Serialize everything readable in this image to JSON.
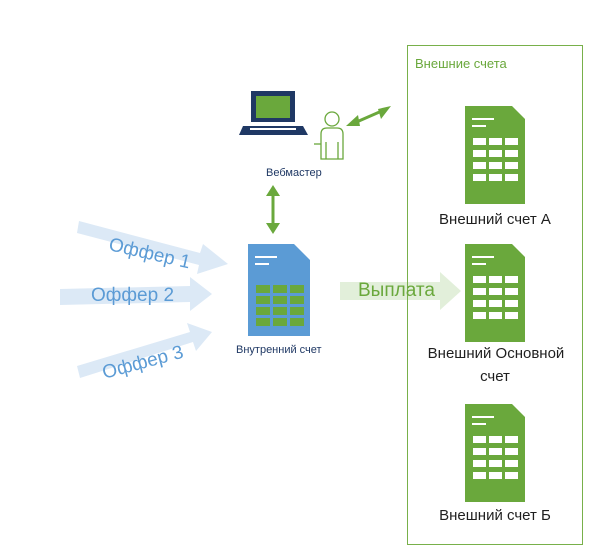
{
  "external": {
    "title": "Внешние счета",
    "accounts": [
      "Внешний счет А",
      "Внешний Основной",
      "счет",
      "Внешний счет Б"
    ]
  },
  "webmaster": {
    "label": "Вебмастер"
  },
  "internal": {
    "label": "Внутренний счет"
  },
  "offers": [
    "Оффер 1",
    "Оффер 2",
    "Оффер 3"
  ],
  "payout": {
    "label": "Выплата"
  },
  "colors": {
    "green": "#6aa83c",
    "blue": "#5b9bd5",
    "light_blue": "#dce9f6",
    "light_green": "#e2efda",
    "dark_text": "#1f3864"
  }
}
